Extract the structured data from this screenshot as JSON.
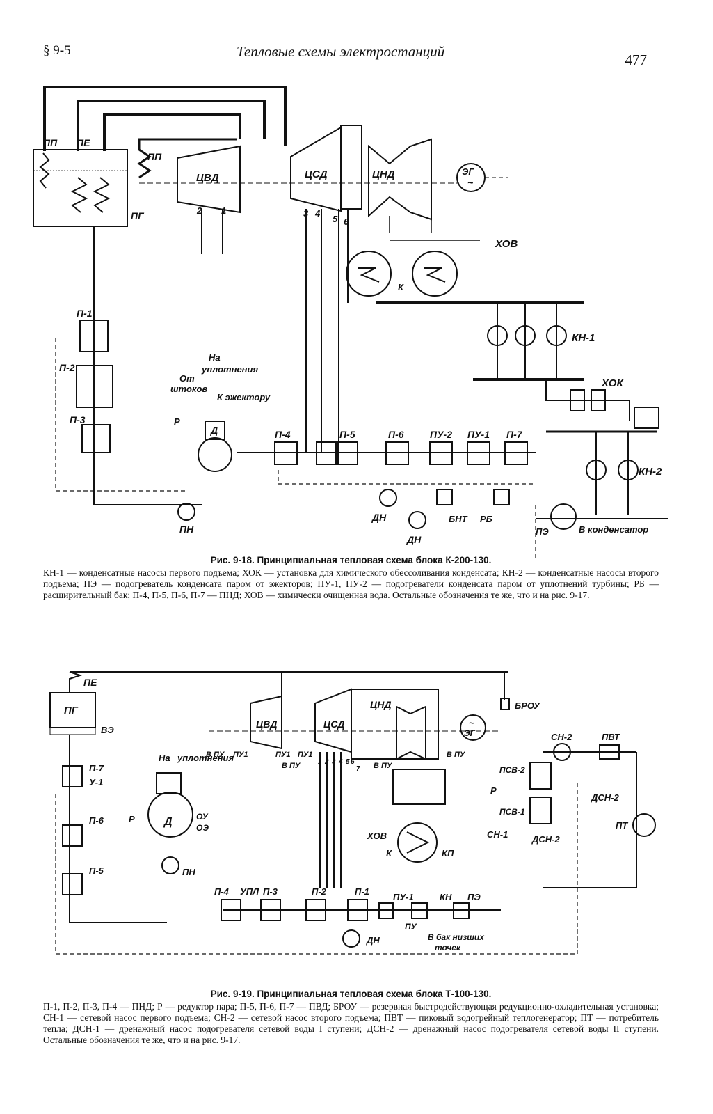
{
  "header": {
    "section": "§ 9-5",
    "title": "Тепловые схемы электростанций",
    "page_number": "477"
  },
  "figure1": {
    "caption_title": "Рис. 9-18. Принципиальная тепловая схема блока К-200-130.",
    "caption_body": "КН-1 — конденсатные насосы первого подъема; ХОК — установка для химического обессоливания конденсата; КН-2 — конденсатные насосы второго подъема; ПЭ — подогреватель конденсата паром от эжекторов; ПУ-1, ПУ-2 — подогреватели конденсата паром от уплотнений турбины; РБ — расширительный бак; П-4, П-5, П-6, П-7 — ПНД; ХОВ — химически очищенная вода. Остальные обозначения те же, что и на рис. 9-17.",
    "labels": {
      "pp1": "ПП",
      "pe": "ПЕ",
      "pp2": "ПП",
      "pg": "ПГ",
      "cvd": "ЦВД",
      "csd": "ЦСД",
      "cnd": "ЦНД",
      "eg": "ЭГ",
      "xov": "ХОВ",
      "k": "К",
      "kn1": "КН-1",
      "kn2": "КН-2",
      "xok": "ХОК",
      "p1": "П-1",
      "p2": "П-2",
      "p3": "П-3",
      "p4": "П-4",
      "p5": "П-5",
      "p6": "П-6",
      "p7": "П-7",
      "pu1": "ПУ-1",
      "pu2": "ПУ-2",
      "d": "Д",
      "r": "Р",
      "pn": "ПН",
      "dn1": "ДН",
      "dn2": "ДН",
      "bnt": "БНТ",
      "rb": "РБ",
      "pe_heater": "ПЭ",
      "to_seals_1": "На",
      "to_seals_2": "уплотнения",
      "from_rods_1": "От",
      "from_rods_2": "штоков",
      "to_ejector": "К эжектору",
      "to_condenser": "В конденсатор",
      "n1": "1",
      "n2": "2",
      "n3": "3",
      "n4": "4",
      "n5": "5",
      "n6": "6",
      "tilde": "~"
    }
  },
  "figure2": {
    "caption_title": "Рис. 9-19. Принципиальная тепловая схема блока Т-100-130.",
    "caption_body": "П-1, П-2, П-3, П-4 — ПНД; Р — редуктор пара; П-5, П-6, П-7 — ПВД; БРОУ — резервная быстродействующая редукционно-охладительная установка; СН-1 — сетевой насос первого подъема; СН-2 — сетевой насос второго подъема; ПВТ — пиковый водогрейный теплогенератор; ПТ — потребитель тепла; ДСН-1 — дренажный насос подогревателя сетевой воды I ступени; ДСН-2 — дренажный насос подогревателя сетевой воды II ступени. Остальные обозначения те же, что и на рис. 9-17.",
    "labels": {
      "pe": "ПЕ",
      "pg": "ПГ",
      "ve": "ВЭ",
      "brou": "БРОУ",
      "cvd": "ЦВД",
      "csd": "ЦСД",
      "cnd": "ЦНД",
      "eg": "ЭГ",
      "vpu1": "В ПУ",
      "pu1a": "ПУ1",
      "pu1b": "ПУ1",
      "pu1c": "ПУ1",
      "vpu2": "В ПУ",
      "vpu3": "В ПУ",
      "vpu4": "В ПУ",
      "sn2": "СН-2",
      "pvt": "ПВТ",
      "psv2": "ПСВ-2",
      "psv1": "ПСВ-1",
      "dsn2a": "ДСН-2",
      "dsn2b": "ДСН-2",
      "pt": "ПТ",
      "r1": "Р",
      "r2": "Р",
      "p7": "П-7",
      "u1": "У-1",
      "p6": "П-6",
      "p5": "П-5",
      "d": "Д",
      "pn": "ПН",
      "to_seals_1": "На",
      "to_seals_2": "уплотнения",
      "ou": "ОУ",
      "oe": "ОЭ",
      "xov": "ХОВ",
      "k": "К",
      "kp": "КП",
      "sn1": "СН-1",
      "p4": "П-4",
      "upl": "УПЛ",
      "p3": "П-3",
      "p2": "П-2",
      "p1": "П-1",
      "pu1": "ПУ-1",
      "kn": "КН",
      "pe_heater": "ПЭ",
      "pu": "ПУ",
      "dn": "ДН",
      "tank1": "В бак низших",
      "tank2": "точек",
      "n1": "1",
      "n2": "2",
      "n3": "3",
      "n4": "4",
      "n5": "5",
      "n6": "6",
      "n7": "7",
      "tilde": "~"
    }
  }
}
